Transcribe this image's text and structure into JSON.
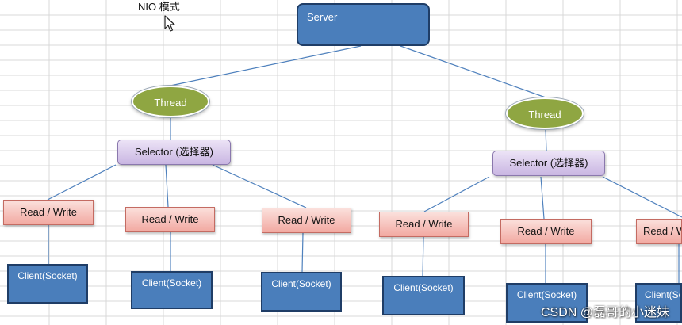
{
  "title": "NIO 模式",
  "server": {
    "label": "Server"
  },
  "groups": [
    {
      "thread": "Thread",
      "selector": "Selector (选择器)",
      "read_write": [
        "Read / Write",
        "Read / Write",
        "Read / Write"
      ],
      "clients": [
        "Client(Socket)",
        "Client(Socket)",
        "Client(Socket)"
      ]
    },
    {
      "thread": "Thread",
      "selector": "Selector (选择器)",
      "read_write": [
        "Read / Write",
        "Read / Write",
        "Read / Write"
      ],
      "clients": [
        "Client(Socket)",
        "Client(Socket)",
        "Client(Socket)"
      ]
    }
  ],
  "watermark": "CSDN @磊哥的小迷妹",
  "colors": {
    "server_fill": "#4a7ebb",
    "thread_fill": "#8fa642",
    "selector_fill": "#c9b6e2",
    "rw_fill": "#f2a9a1",
    "client_fill": "#4a7ebb",
    "line": "#4f81bd",
    "grid": "#d9d9d9"
  }
}
